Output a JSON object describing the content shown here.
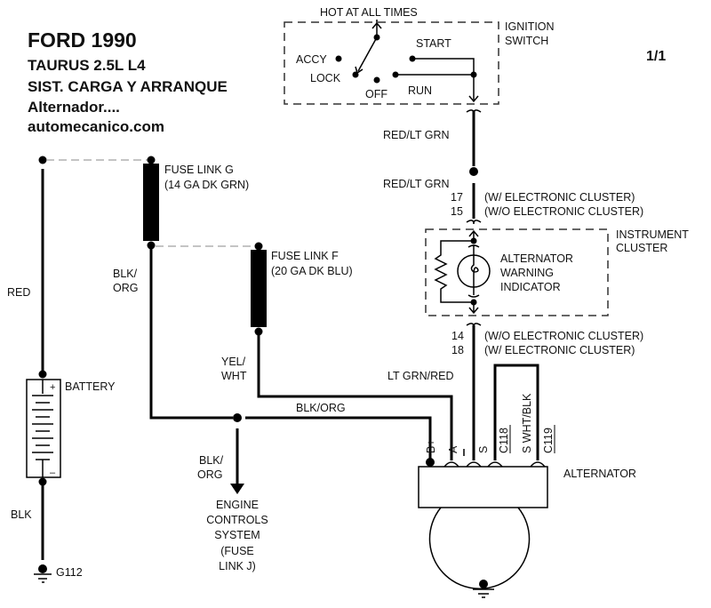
{
  "header": {
    "title": "FORD 1990",
    "model": "TAURUS  2.5L  L4",
    "system": "SIST. CARGA Y ARRANQUE",
    "subject": "Alternador....",
    "website": "automecanico.com",
    "page": "1/1"
  },
  "ignition_switch": {
    "hot_label": "HOT AT ALL TIMES",
    "name_line1": "IGNITION",
    "name_line2": "SWITCH",
    "positions": [
      "ACCY",
      "LOCK",
      "OFF",
      "RUN",
      "START"
    ]
  },
  "wires": {
    "red_lt_grn_top": "RED/LT GRN",
    "red_lt_grn_bottom": "RED/LT GRN",
    "pin_17": "17",
    "pin_15": "15",
    "pin_17_note": "(W/ ELECTRONIC CLUSTER)",
    "pin_15_note": "(W/O ELECTRONIC CLUSTER)",
    "pin_14": "14",
    "pin_18": "18",
    "pin_14_note": "(W/O ELECTRONIC CLUSTER)",
    "pin_18_note": "(W/ ELECTRONIC CLUSTER)",
    "lt_grn_red": "LT GRN/RED",
    "red": "RED",
    "blk_org_1": "BLK/",
    "blk_org_2": "ORG",
    "yel_wht_1": "YEL/",
    "yel_wht_2": "WHT",
    "blk_org_h": "BLK/ORG",
    "blk_org_down_1": "BLK/",
    "blk_org_down_2": "ORG",
    "blk": "BLK",
    "wht_blk": "S WHT/BLK"
  },
  "instrument_cluster": {
    "name_line1": "INSTRUMENT",
    "name_line2": "CLUSTER",
    "indicator_line1": "ALTERNATOR",
    "indicator_line2": "WARNING",
    "indicator_line3": "INDICATOR"
  },
  "fuses": {
    "g_line1": "FUSE LINK G",
    "g_line2": "(14 GA DK GRN)",
    "f_line1": "FUSE LINK F",
    "f_line2": "(20 GA DK BLU)"
  },
  "battery": {
    "label": "BATTERY",
    "plus": "+",
    "minus": "–"
  },
  "ground": {
    "label": "G112"
  },
  "engine_controls": {
    "line1": "ENGINE",
    "line2": "CONTROLS",
    "line3": "SYSTEM",
    "line4": "(FUSE",
    "line5": "LINK J)"
  },
  "alternator": {
    "label": "ALTERNATOR",
    "terminals": [
      "B+",
      "A",
      "I",
      "S",
      "C118",
      "C119"
    ]
  }
}
